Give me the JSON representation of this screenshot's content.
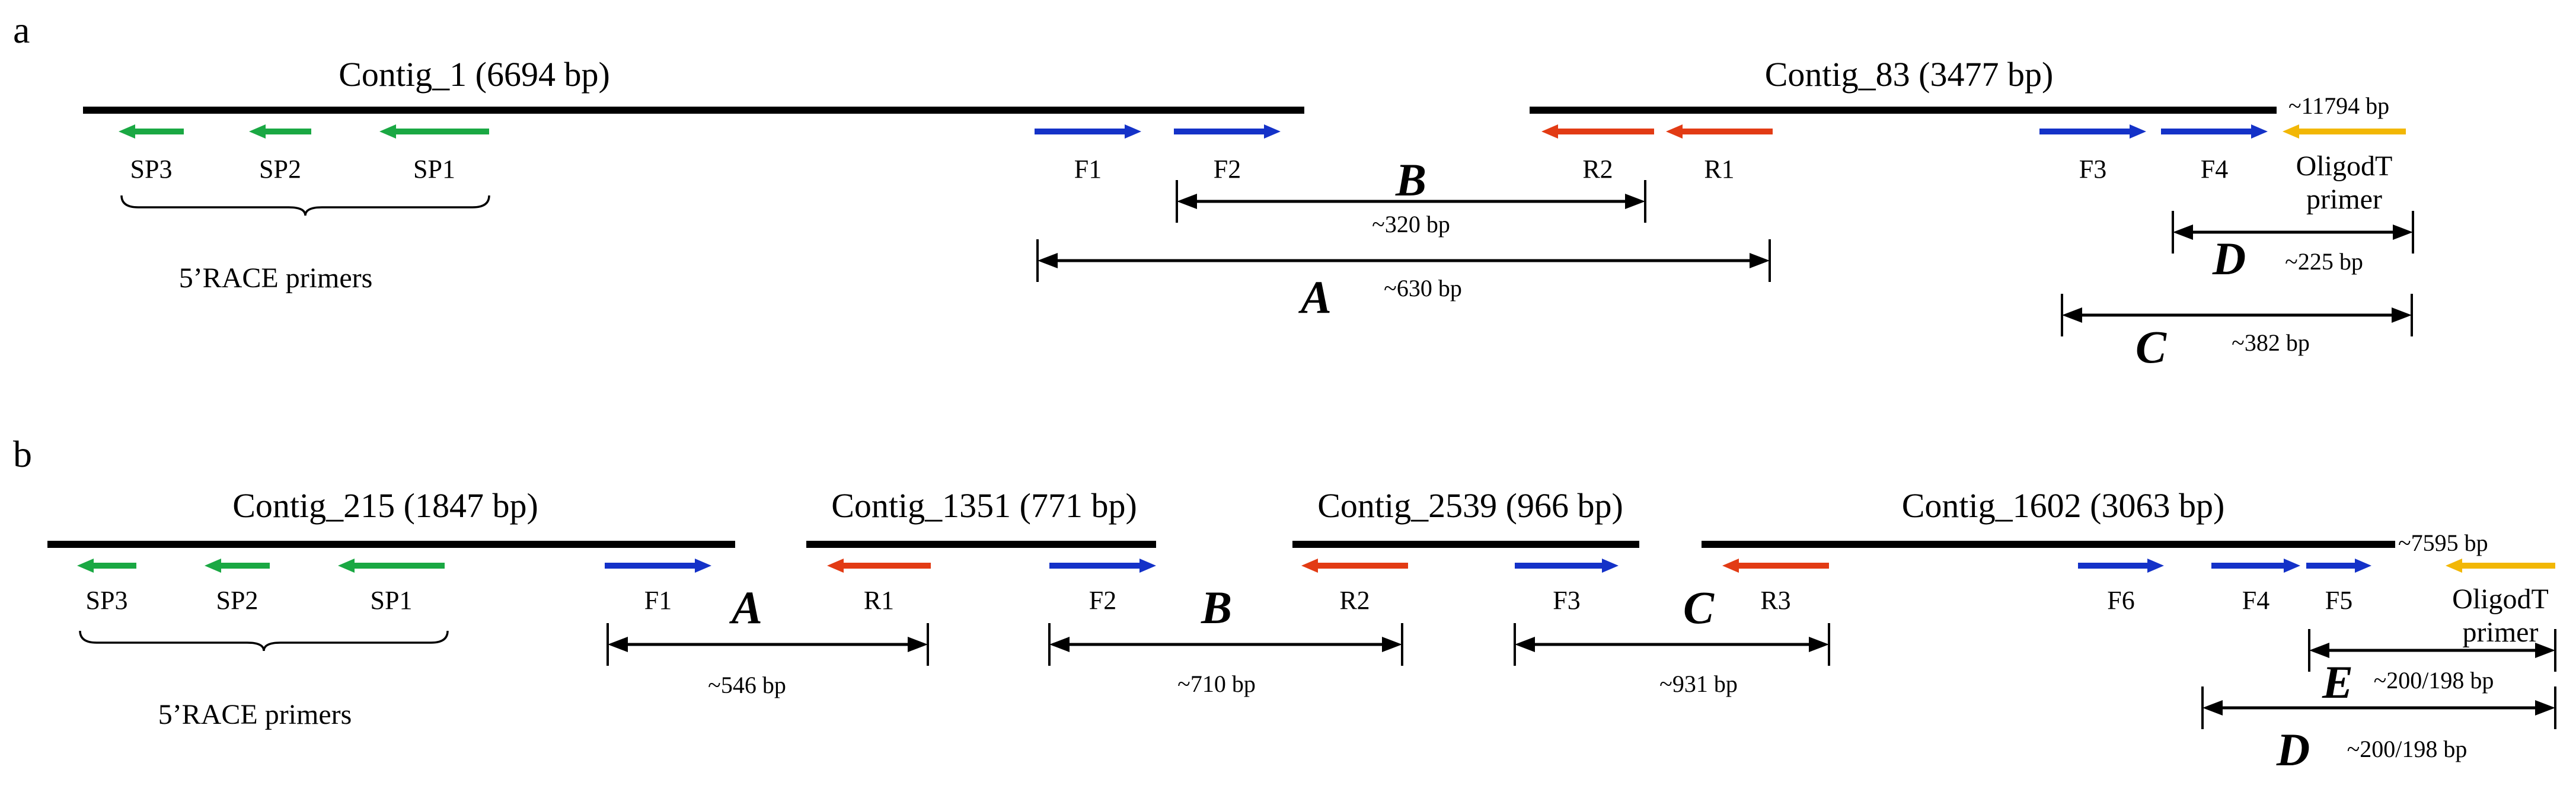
{
  "colors": {
    "contig": "#000000",
    "sp_primer": "#1aa843",
    "forward_primer": "#1432c8",
    "reverse_primer": "#e23b14",
    "oligodt_primer": "#f2b705",
    "text": "#000000"
  },
  "panels": [
    {
      "letter": "a",
      "contigs": [
        {
          "label": "Contig_1 (6694 bp)"
        },
        {
          "label": "Contig_83 (3477 bp)"
        }
      ],
      "end_label": "~11794 bp",
      "primers": [
        {
          "label": "SP3",
          "type": "sp",
          "dir": "left"
        },
        {
          "label": "SP2",
          "type": "sp",
          "dir": "left"
        },
        {
          "label": "SP1",
          "type": "sp",
          "dir": "left"
        },
        {
          "label": "F1",
          "type": "forward",
          "dir": "right"
        },
        {
          "label": "F2",
          "type": "forward",
          "dir": "right"
        },
        {
          "label": "R2",
          "type": "reverse",
          "dir": "left"
        },
        {
          "label": "R1",
          "type": "reverse",
          "dir": "left"
        },
        {
          "label": "F3",
          "type": "forward",
          "dir": "right"
        },
        {
          "label": "F4",
          "type": "forward",
          "dir": "right"
        },
        {
          "label": "OligodT primer",
          "type": "oligodt",
          "dir": "left"
        }
      ],
      "race_label": "5’RACE primers",
      "amplicons": [
        {
          "letter": "B",
          "size": "~320 bp"
        },
        {
          "letter": "A",
          "size": "~630 bp"
        },
        {
          "letter": "D",
          "size": "~225 bp"
        },
        {
          "letter": "C",
          "size": "~382 bp"
        }
      ]
    },
    {
      "letter": "b",
      "contigs": [
        {
          "label": "Contig_215 (1847 bp)"
        },
        {
          "label": "Contig_1351 (771 bp)"
        },
        {
          "label": "Contig_2539 (966 bp)"
        },
        {
          "label": "Contig_1602 (3063 bp)"
        }
      ],
      "end_label": "~7595 bp",
      "primers": [
        {
          "label": "SP3",
          "type": "sp",
          "dir": "left"
        },
        {
          "label": "SP2",
          "type": "sp",
          "dir": "left"
        },
        {
          "label": "SP1",
          "type": "sp",
          "dir": "left"
        },
        {
          "label": "F1",
          "type": "forward",
          "dir": "right"
        },
        {
          "label": "R1",
          "type": "reverse",
          "dir": "left"
        },
        {
          "label": "F2",
          "type": "forward",
          "dir": "right"
        },
        {
          "label": "R2",
          "type": "reverse",
          "dir": "left"
        },
        {
          "label": "F3",
          "type": "forward",
          "dir": "right"
        },
        {
          "label": "R3",
          "type": "reverse",
          "dir": "left"
        },
        {
          "label": "F6",
          "type": "forward",
          "dir": "right"
        },
        {
          "label": "F4",
          "type": "forward",
          "dir": "right"
        },
        {
          "label": "F5",
          "type": "forward",
          "dir": "right"
        },
        {
          "label": "OligodT primer",
          "type": "oligodt",
          "dir": "left"
        }
      ],
      "race_label": "5’RACE primers",
      "amplicons": [
        {
          "letter": "A",
          "size": "~546 bp"
        },
        {
          "letter": "B",
          "size": "~710 bp"
        },
        {
          "letter": "C",
          "size": "~931 bp"
        },
        {
          "letter": "E",
          "size": "~200/198 bp"
        },
        {
          "letter": "D",
          "size": "~200/198 bp"
        }
      ]
    }
  ]
}
